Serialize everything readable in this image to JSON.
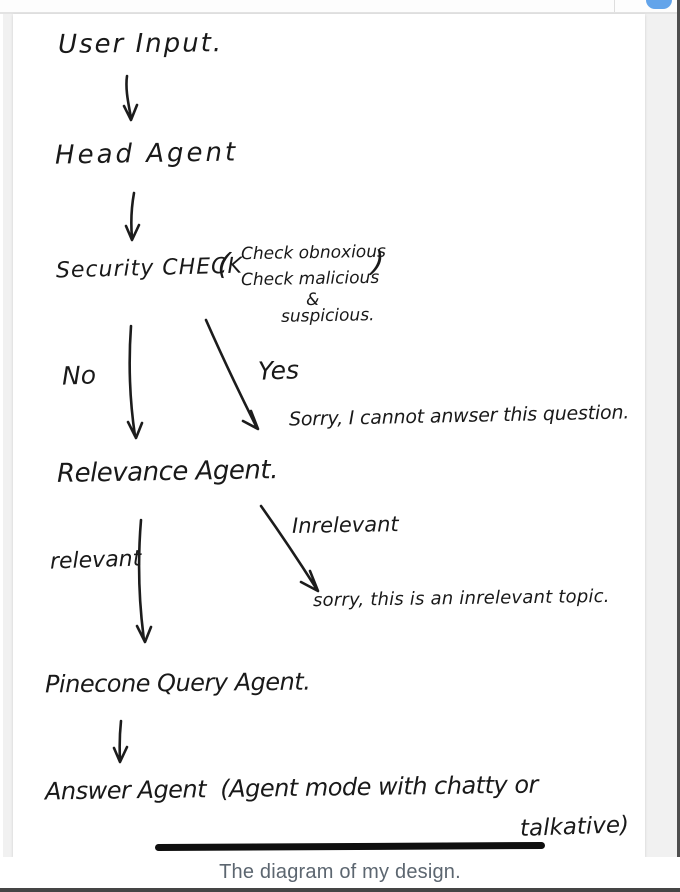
{
  "caption": "The diagram of my design.",
  "diagram": {
    "nodes": {
      "user_input": "User Input.",
      "head_agent": "Head Agent",
      "security_check": "Security CHECK",
      "relevance_agent": "Relevance Agent.",
      "pinecone_query_agent": "Pinecone Query Agent.",
      "answer_agent_line1": "Answer Agent  (Agent mode with chatty or",
      "answer_agent_line2": "talkative)"
    },
    "security_note": {
      "open_paren": "(",
      "line1": "Check obnoxious",
      "line2": "Check malicious",
      "line3": "&",
      "line4": "suspicious.",
      "close_paren": ")"
    },
    "branch_labels": {
      "no": "No",
      "yes": "Yes",
      "relevant": "relevant",
      "irrelevant": "Inrelevant"
    },
    "responses": {
      "security_reject": "Sorry, I cannot anwser this question.",
      "irrelevant_reject": "sorry, this is an inrelevant topic."
    }
  },
  "icons": {
    "top_blue_indicator": "blue-semicircle",
    "arrow_style": "hand-drawn-arrow"
  },
  "colors": {
    "ink": "#191919",
    "caption_text": "#5c6670",
    "accent_blue": "#63a4ea",
    "gutter_gray": "#f1f1f1",
    "bottom_bar": "#454545",
    "right_edge": "#4e4e4e",
    "underline": "#0f0f0f"
  }
}
